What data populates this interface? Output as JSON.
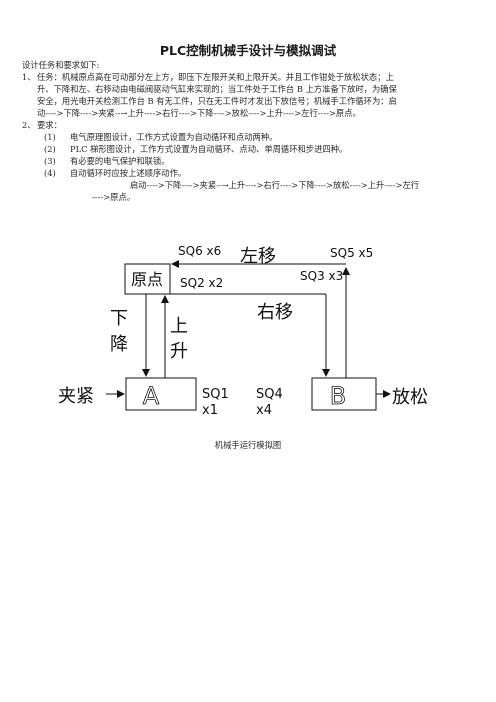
{
  "title": "PLC控制机械手设计与模拟调试",
  "intro": "设计任务和要求如下:",
  "task": {
    "num": "1、",
    "line1": "任务：机械原点高在可动部分左上方，即压下左限开关和上限开关。并且工作钳处于放松状态；上",
    "line2": "升、下降和左、右移动由电磁阀驱动气缸来实现的；当工件处于工作台 B 上方准备下放时，为确保",
    "line3": "安全，用光电开关检测工作台 B 有无工件，只在无工件时才发出下放信号；机械手工作循环为：启",
    "line4": "动---->下降---->夹紧--→上升---->右行---->下降---->放松---->上升---->左行---->原点。"
  },
  "req": {
    "num": "2、",
    "label": "要求：",
    "items": [
      {
        "num": "(1)",
        "text": "电气原理图设计，工作方式设置为自动循环和点动两种。"
      },
      {
        "num": "(2)",
        "text": "PLC 梯形图设计，工作方式设置为自动循环、点动、单周循环和步进四种。"
      },
      {
        "num": "(3)",
        "text": "有必要的电气保护和联锁。"
      },
      {
        "num": "(4)",
        "text": "自动循环时应按上述顺序动作。"
      }
    ],
    "seq1": "启动---->下降---->夹紧--→上升---->右行---->下降---->放松---->上升---->左行",
    "seq2": "---->原点。"
  },
  "diagram": {
    "origin": "原点",
    "left_move": "左移",
    "right_move": "右移",
    "down1": "下",
    "down2": "降",
    "up1": "上",
    "up2": "升",
    "clamp": "夹紧",
    "release": "放松",
    "a": "A",
    "b": "B",
    "sq6": "SQ6 x6",
    "sq5": "SQ5 x5",
    "sq3": "SQ3 x3",
    "sq2": "SQ2 x2",
    "sq1a": "SQ1",
    "sq1b": "x1",
    "sq4a": "SQ4",
    "sq4b": "x4"
  },
  "caption": "机械手运行模拟图"
}
